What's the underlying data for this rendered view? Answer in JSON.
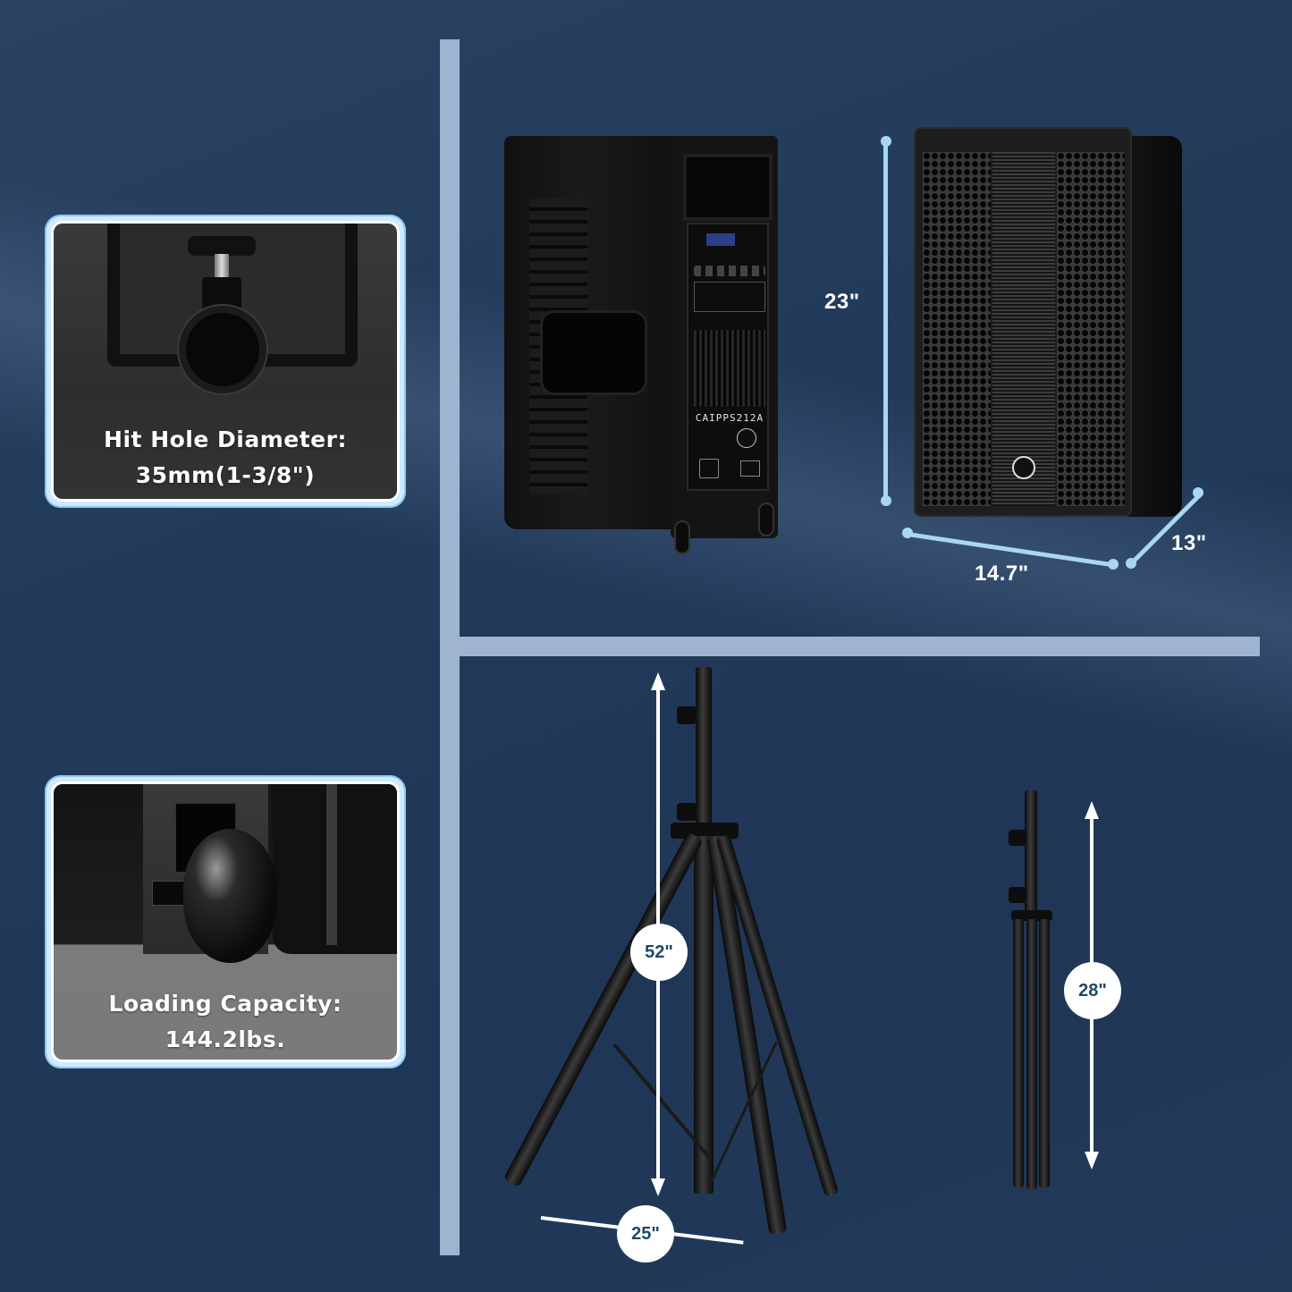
{
  "features": {
    "mount": {
      "title": "Hit Hole Diameter:",
      "value": "35mm(1-3/8\")"
    },
    "wheels": {
      "title": "Loading Capacity:",
      "value": "144.2lbs."
    }
  },
  "speaker": {
    "model": "CAIPPS212A",
    "dimensions": {
      "height": "23\"",
      "width": "14.7\"",
      "depth": "13\""
    }
  },
  "stand": {
    "max_height": "52\"",
    "base_span": "25\"",
    "folded_height": "28\""
  },
  "colors": {
    "background": "#233b5b",
    "divider": "#9fb5cf",
    "dimension_line": "#a8d6f4",
    "badge_text": "#1d4a66",
    "card_border": "#cdeaff"
  }
}
